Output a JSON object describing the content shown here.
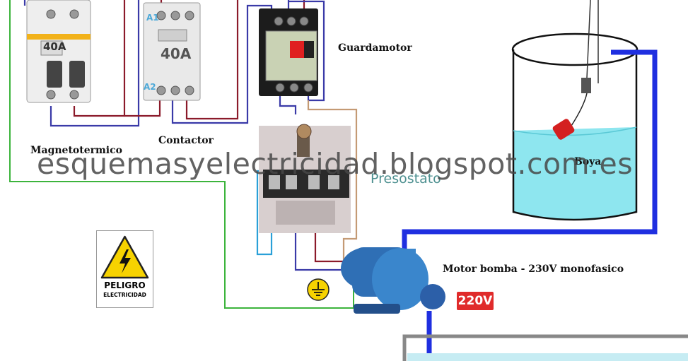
{
  "labels": {
    "guardamotor": "Guardamotor",
    "contactor": "Contactor",
    "magnetotermico": "Magnetotermico",
    "boya": "Boya",
    "presostato": "Presostato",
    "motor_bomba": "Motor bomba - 230V monofasico",
    "voltage_badge": "220V",
    "watermark": "esquemasyelectricidad.blogspot.com.es",
    "contactor_a1": "A1",
    "contactor_a2": "A2",
    "contactor_rating": "40A",
    "breaker_rating": "40A"
  },
  "warning_sign": {
    "title": "PELIGRO",
    "subtitle": "ELECTRICIDAD",
    "icon": "high-voltage-warning-icon"
  },
  "icons": {
    "ground": "ground-symbol-icon"
  },
  "colors": {
    "phase_wire": "#8b1a2a",
    "neutral_wire": "#3a3aa8",
    "ground_wire": "#3cb43c",
    "pump_wire": "#c49a74",
    "water_pipe": "#1f2fe0",
    "tank_water": "#8ee6ef",
    "float_red": "#d42020",
    "pump_blue": "#2f6fb5",
    "badge_red": "#e02b2b",
    "warning_yellow": "#f6d200"
  }
}
